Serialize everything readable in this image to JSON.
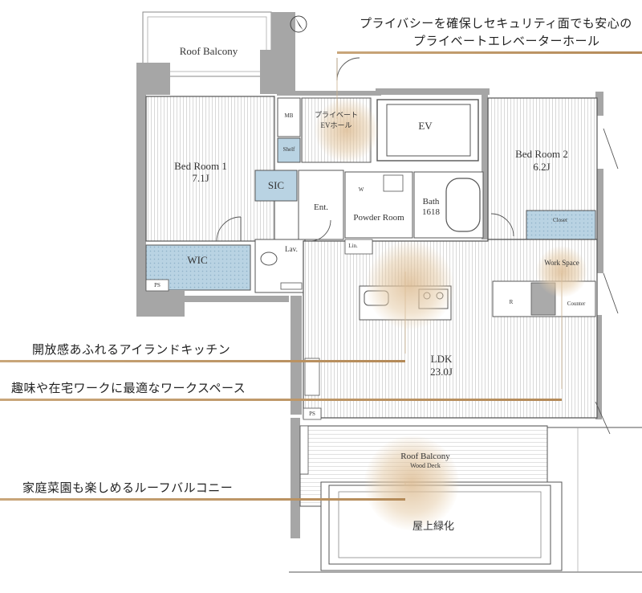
{
  "rooms": {
    "roof_balcony_top": "Roof Balcony",
    "bed_room_1": "Bed Room 1",
    "bed_room_1_size": "7.1J",
    "mb": "MB",
    "shelf": "Shelf",
    "private_ev_hall_1": "プライベート",
    "private_ev_hall_2": "EVホール",
    "ev": "EV",
    "bed_room_2": "Bed Room 2",
    "bed_room_2_size": "6.2J",
    "sic": "SIC",
    "entrance": "Ent.",
    "washer": "W",
    "powder_room": "Powder Room",
    "bath": "Bath",
    "bath_size": "1618",
    "closet": "Closet",
    "wic": "WIC",
    "ps": "PS",
    "lav": "Lav.",
    "lin": "Lin.",
    "work_space": "Work Space",
    "refrigerator": "R",
    "counter": "Counter",
    "ldk": "LDK",
    "ldk_size": "23.0J",
    "ps_bottom": "PS",
    "roof_balcony_bottom": "Roof Balcony",
    "wood_deck": "Wood Deck",
    "rooftop_greenery": "屋上緑化"
  },
  "callouts": {
    "ev_hall_line1": "プライバシーを確保しセキュリティ面でも安心の",
    "ev_hall_line2": "プライベートエレベーターホール",
    "kitchen": "開放感あふれるアイランドキッチン",
    "workspace": "趣味や在宅ワークに最適なワークスペース",
    "balcony": "家庭菜園も楽しめるルーフバルコニー"
  },
  "colors": {
    "wall": "#a6a6a6",
    "floor_stripe": "#c8c8c8",
    "storage_fill": "#b9d3e3",
    "highlight_line": "#b48a58",
    "glow": "#d9b58a"
  },
  "icons": {
    "north": "north-arrow-icon"
  }
}
